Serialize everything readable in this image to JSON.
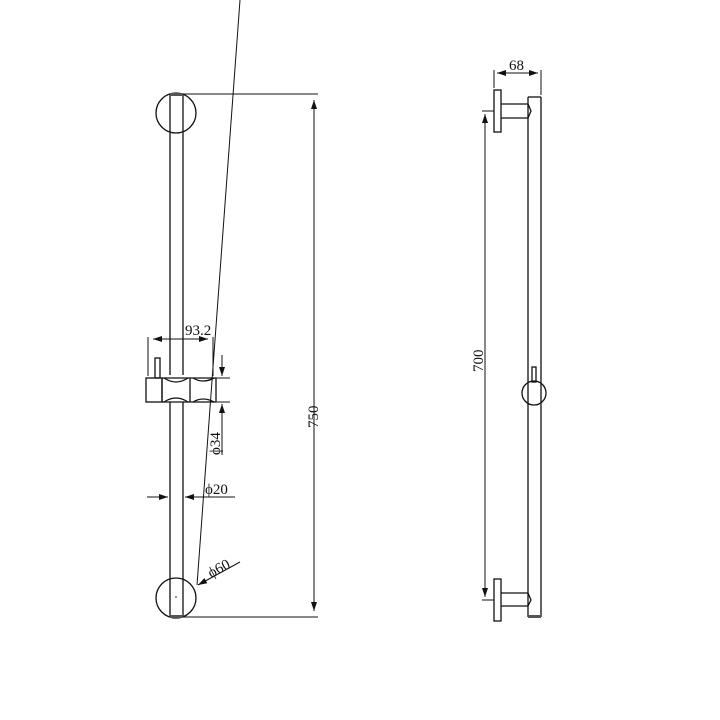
{
  "drawing": {
    "title": "Shower rail technical drawing",
    "line_color": "#111111",
    "background": "#ffffff",
    "front_view": {
      "dim_total_length": "750",
      "dim_slider_width": "93.2",
      "dim_slider_diameter": "ϕ34",
      "dim_rail_diameter": "ϕ20",
      "dim_bracket_diameter": "ϕ60"
    },
    "side_view": {
      "dim_depth": "68",
      "dim_bracket_spacing": "700"
    }
  }
}
